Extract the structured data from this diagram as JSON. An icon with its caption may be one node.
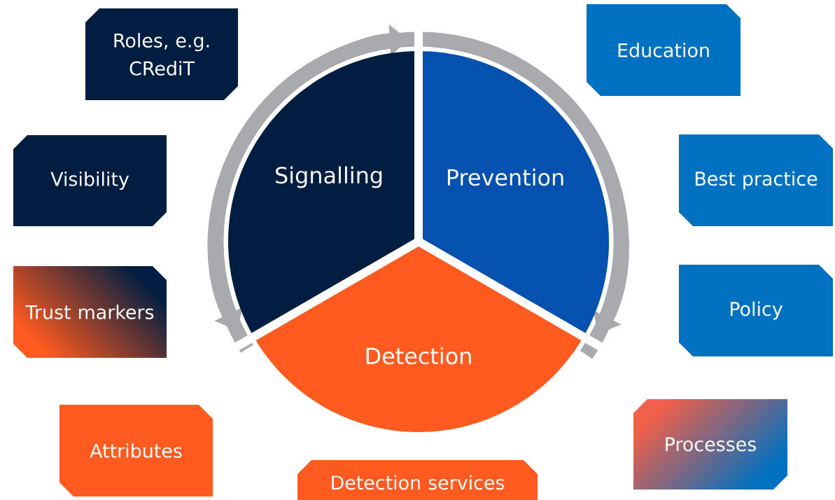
{
  "diagram": {
    "nodes": [
      {
        "text": [
          "Roles, e.g. CRediT"
        ]
      },
      {
        "text": [
          "Education"
        ]
      },
      {
        "text": [
          "Signalling"
        ]
      },
      {
        "text": [
          "Prevention"
        ]
      },
      {
        "text": [
          "Visibility"
        ]
      },
      {
        "text": [
          "Best practice"
        ]
      },
      {
        "text": [
          "Trust markers"
        ]
      },
      {
        "text": [
          "Policy"
        ]
      },
      {
        "text": [
          "Detection"
        ]
      },
      {
        "text": [
          "Attributes"
        ]
      },
      {
        "text": [
          "Processes"
        ]
      },
      {
        "text": [
          "Detection services"
        ]
      }
    ]
  }
}
